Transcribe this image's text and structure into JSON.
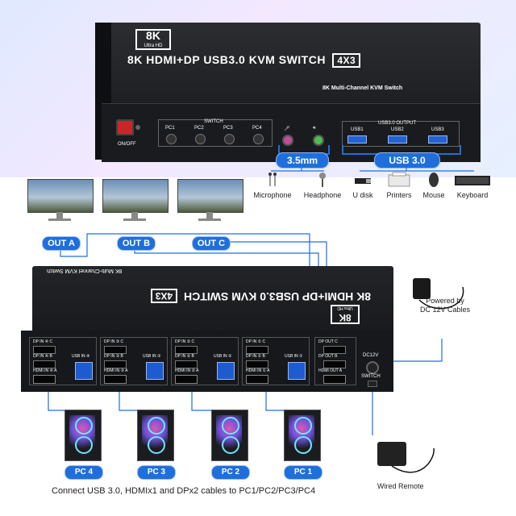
{
  "product": {
    "logo": "8K",
    "logo_sub": "Ultra HD",
    "title": "8K HDMI+DP USB3.0 KVM SWITCH",
    "badge": "4X3",
    "subtitle": "8K Multi-Channel KVM Switch"
  },
  "top_front": {
    "power_label": "ON/OFF",
    "switch_group_label": "SWITCH",
    "switch_buttons": [
      "PC1",
      "PC2",
      "PC3",
      "PC4"
    ],
    "usb_group_label": "USB3.0 OUTPUT",
    "usb_ports": [
      "USB1",
      "USB2",
      "USB3"
    ]
  },
  "callouts": {
    "audio": "3.5mm",
    "usb": "USB 3.0"
  },
  "peripherals": [
    {
      "label": "Microphone",
      "icon": "microphone-icon"
    },
    {
      "label": "Headphone",
      "icon": "headphone-icon"
    },
    {
      "label": "U disk",
      "icon": "usb-drive-icon"
    },
    {
      "label": "Printers",
      "icon": "printer-icon"
    },
    {
      "label": "Mouse",
      "icon": "mouse-icon"
    },
    {
      "label": "Keyboard",
      "icon": "keyboard-icon"
    }
  ],
  "outputs": [
    "OUT A",
    "OUT B",
    "OUT C"
  ],
  "rear": {
    "groups": [
      {
        "dp_c": "DP IN ④ C",
        "dp_b": "DP IN ④ B",
        "hdmi_a": "HDMI IN ④ A",
        "usb": "USB IN ④"
      },
      {
        "dp_c": "DP IN ③ C",
        "dp_b": "DP IN ③ B",
        "hdmi_a": "HDMI IN ③ A",
        "usb": "USB IN ③"
      },
      {
        "dp_c": "DP IN ② C",
        "dp_b": "DP IN ② B",
        "hdmi_a": "HDMI IN ② A",
        "usb": "USB IN ②"
      },
      {
        "dp_c": "DP IN ① C",
        "dp_b": "DP IN ① B",
        "hdmi_a": "HDMI IN ① A",
        "usb": "USB IN ①"
      }
    ],
    "out_group": {
      "dp_c": "DP OUT C",
      "dp_b": "DP OUT B",
      "hdmi_a": "HDMI OUT A"
    },
    "dc_label": "DC12V",
    "switch_label": "SWITCH"
  },
  "pcs": [
    "PC 4",
    "PC 3",
    "PC 2",
    "PC 1"
  ],
  "texts": {
    "power_note_1": "Powered by",
    "power_note_2": "DC 12V Cables",
    "remote": "Wired Remote",
    "caption": "Connect USB 3.0, HDMIx1 and DPx2 cables to PC1/PC2/PC3/PC4"
  },
  "colors": {
    "accent": "#1e6fdc",
    "device": "#1a1b1e",
    "power_switch": "#c8272a",
    "mic_jack": "#c44b9c",
    "speaker_jack": "#4cc04c"
  }
}
